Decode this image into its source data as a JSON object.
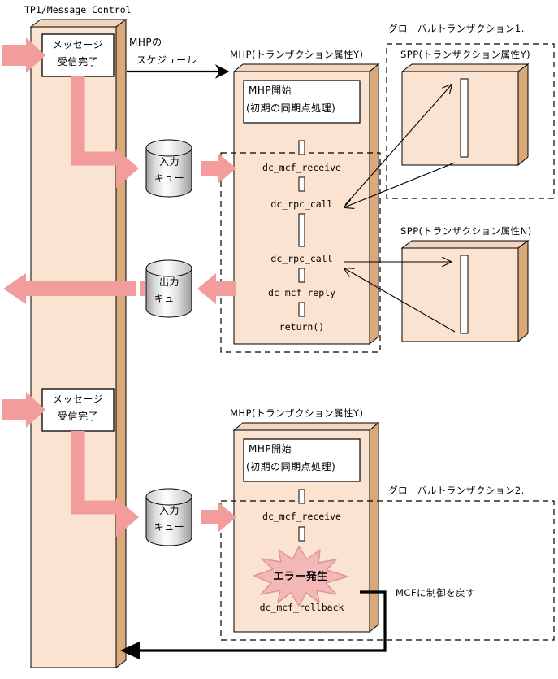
{
  "diagram": {
    "title": "TP1/Message Control MHP transaction flow",
    "colors": {
      "box_face": "#FAE3D0",
      "box_side": "#D9A97A",
      "box_top": "#F2D5BC",
      "pink_arrow": "#F29C9C",
      "error_burst": "#F5B8B8",
      "error_burst_edge": "#D98C8C",
      "cylinder_light": "#FFFFFF",
      "cylinder_dark": "#9A9A9A",
      "outline": "#000000"
    },
    "labels": {
      "tp1_title": "TP1/Message Control",
      "mhp_schedule_line1": "MHPの",
      "mhp_schedule_line2": "スケジュール",
      "message_received_line1": "メッセージ",
      "message_received_line2": "受信完了",
      "input_queue_line1": "入力",
      "input_queue_line2": "キュー",
      "output_queue_line1": "出力",
      "output_queue_line2": "キュー",
      "mhp_title_y": "MHP(トランザクション属性Y)",
      "mhp_start_line1": "MHP開始",
      "mhp_start_line2": "(初期の同期点処理)",
      "spp_title_y": "SPP(トランザクション属性Y)",
      "spp_title_n": "SPP(トランザクション属性N)",
      "global_txn_1": "グローバルトランザクション1.",
      "global_txn_2": "グローバルトランザクション2.",
      "fn_dc_mcf_receive": "dc_mcf_receive",
      "fn_dc_rpc_call_1": "dc_rpc_call",
      "fn_dc_rpc_call_2": "dc_rpc_call",
      "fn_dc_mcf_reply": "dc_mcf_reply",
      "fn_return": "return()",
      "fn_dc_mcf_receive_2": "dc_mcf_receive",
      "fn_dc_mcf_rollback": "dc_mcf_rollback",
      "error_occurred": "エラー発生",
      "return_control_to_mcf": "MCFに制御を戻す"
    }
  }
}
